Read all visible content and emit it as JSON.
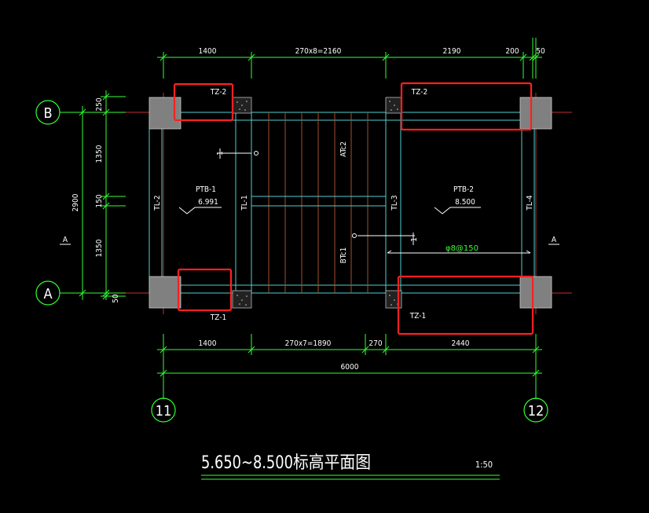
{
  "title": "5.650~8.500标高平面图",
  "scale": "1:50",
  "axes": {
    "row_b": "B",
    "row_a": "A",
    "col_left": "11",
    "col_right": "12"
  },
  "dims_top": {
    "d1": "1400",
    "d2": "270x8=2160",
    "d3": "2190",
    "d4": "200",
    "d5": "50"
  },
  "dims_bottom": {
    "d1": "1400",
    "d2": "270x7=1890",
    "d3": "270",
    "d4": "2440",
    "total": "6000"
  },
  "dims_left": {
    "total": "2900",
    "d1": "250",
    "d2": "1350",
    "d3": "150",
    "d4": "1350",
    "d5": "50"
  },
  "labels": {
    "tz2_left": "TZ-2",
    "tz2_right": "TZ-2",
    "tz1_left": "TZ-1",
    "tz1_right": "TZ-1",
    "tl1": "TL-1",
    "tl2": "TL-2",
    "tl3": "TL-3",
    "tl4": "TL-4",
    "ptb1": "PTB-1",
    "ptb1_elev": "6.991",
    "ptb2": "PTB-2",
    "ptb2_elev": "8.500",
    "stair_upper": "ATc2",
    "stair_lower": "BTc1",
    "rebar": "φ8@150",
    "section_left": "A",
    "section_right": "A",
    "cut_mark_1": "1",
    "cut_mark_2": "1"
  },
  "colors": {
    "background": "#000000",
    "dimension": "#33ff33",
    "beam": "#4fd0d0",
    "stair": "#a0522d",
    "axis_line": "#c03030",
    "column": "#808080",
    "highlight_box": "#ff2020",
    "text": "#ffffff"
  }
}
